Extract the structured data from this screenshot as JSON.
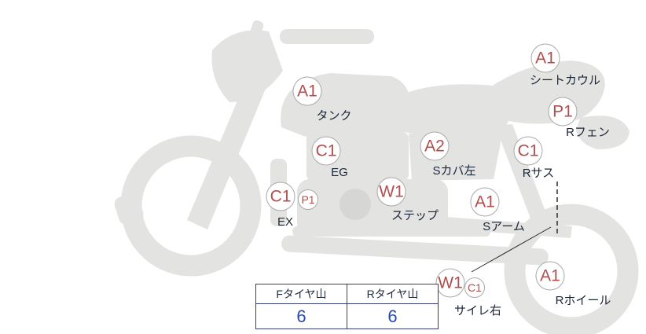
{
  "diagram": {
    "title": "motorcycle-condition-diagram",
    "colors": {
      "grade_text": "#b14e4e",
      "label_text": "#1b2638",
      "silhouette": "#e3e3e1",
      "tire_value_text": "#2948b5",
      "table_border": "#33406f"
    }
  },
  "annotations": [
    {
      "grade": "A1",
      "label": "シートカウル"
    },
    {
      "grade": "P1",
      "label": "Rフェン"
    },
    {
      "grade": "A1",
      "label": "タンク"
    },
    {
      "grade": "C1",
      "label": "EG"
    },
    {
      "grade": "A2",
      "label": "Sカバ左"
    },
    {
      "grade": "C1",
      "label": "Rサス"
    },
    {
      "grade": "C1",
      "sub_grade": "P1",
      "label": "EX"
    },
    {
      "grade": "W1",
      "label": "ステップ"
    },
    {
      "grade": "A1",
      "label": "Sアーム"
    },
    {
      "grade": "W1",
      "sub_grade": "C1",
      "label": "サイレ右"
    },
    {
      "grade": "A1",
      "label": "Rホイール"
    }
  ],
  "tire_table": {
    "headers": [
      "Fタイヤ山",
      "Rタイヤ山"
    ],
    "values": [
      "6",
      "6"
    ]
  }
}
